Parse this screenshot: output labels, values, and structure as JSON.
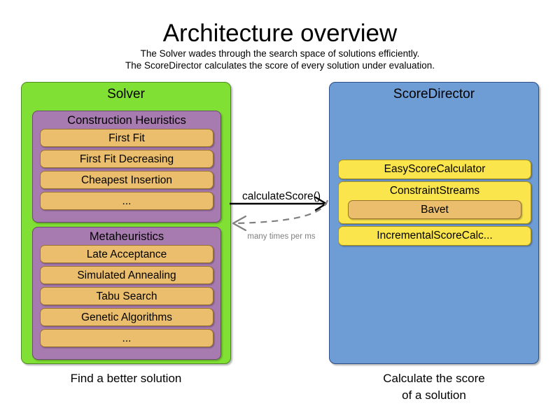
{
  "header": {
    "title": "Architecture overview",
    "subtitle_lines": [
      "The Solver wades through the search space of solutions efficiently.",
      "The ScoreDirector calculates the score of every solution under evaluation."
    ]
  },
  "solver": {
    "title": "Solver",
    "caption": "Find a better solution",
    "groups": [
      {
        "title": "Construction Heuristics",
        "items": [
          "First Fit",
          "First Fit Decreasing",
          "Cheapest Insertion",
          "..."
        ]
      },
      {
        "title": "Metaheuristics",
        "items": [
          "Late Acceptance",
          "Simulated Annealing",
          "Tabu Search",
          "Genetic Algorithms",
          "..."
        ]
      }
    ]
  },
  "score_director": {
    "title": "ScoreDirector",
    "caption_lines": [
      "Calculate the score",
      "of a solution"
    ],
    "items": [
      {
        "label": "EasyScoreCalculator"
      },
      {
        "label": "ConstraintStreams",
        "child": "Bavet"
      },
      {
        "label": "IncrementalScoreCalc..."
      }
    ]
  },
  "arrows": {
    "forward_label": "calculateScore()",
    "return_label": "many times per ms",
    "forward_icon": "solid-arrow-right-icon",
    "return_icon": "dashed-arrow-left-icon"
  },
  "colors": {
    "solver_panel": "#80e033",
    "solver_panel_border": "#4e8c1e",
    "group_box": "#a87bb0",
    "group_box_border": "#6d4a74",
    "chip_orange": "#eabe6c",
    "chip_orange_border": "#9a7330",
    "score_director_panel": "#6e9cd4",
    "score_director_panel_border": "#2b4f86",
    "chip_yellow": "#fbe54d",
    "chip_yellow_border": "#a89118",
    "arrow_solid": "#000000",
    "arrow_dashed": "#808080",
    "text": "#000000",
    "background": "#ffffff"
  }
}
